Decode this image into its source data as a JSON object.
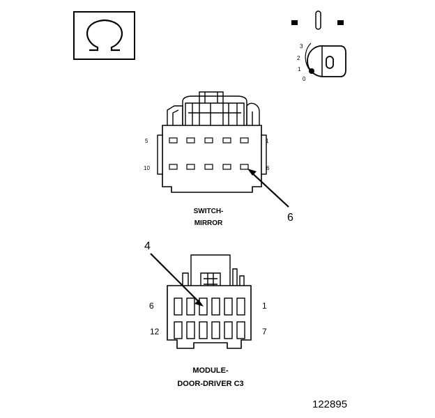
{
  "ohm_icon": {
    "icon": "ohm-symbol-icon",
    "glyph": "Ω"
  },
  "ignition_key": {
    "icon": "ignition-key-icon",
    "positions": [
      "3",
      "2",
      "1",
      "0"
    ]
  },
  "connectors": {
    "switch_mirror": {
      "label_line1": "SWITCH-",
      "label_line2": "MIRROR",
      "pins": {
        "top_left": "5",
        "top_right": "1",
        "bottom_left": "10",
        "bottom_right": "6"
      },
      "callout": "6"
    },
    "module_door_driver": {
      "label_line1": "MODULE-",
      "label_line2": "DOOR-DRIVER C3",
      "pins": {
        "top_left": "6",
        "top_right": "1",
        "bottom_left": "12",
        "bottom_right": "7"
      },
      "callout": "4"
    }
  },
  "figure_number": "122895"
}
